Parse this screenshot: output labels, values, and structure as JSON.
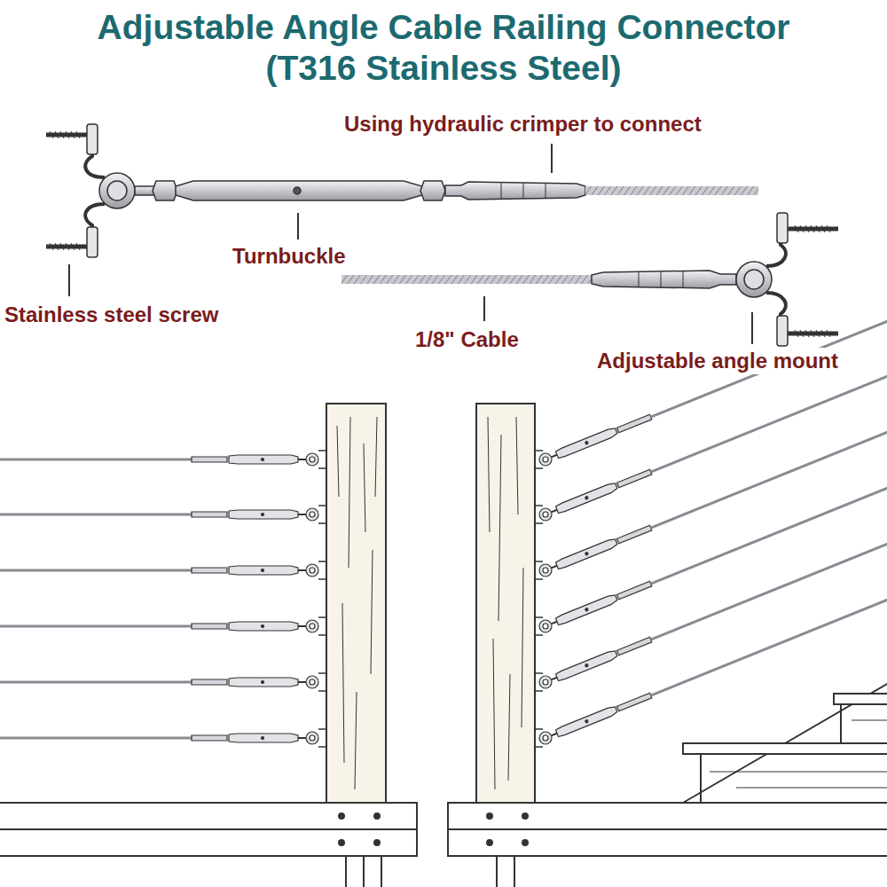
{
  "diagram": {
    "title": "Adjustable Angle Cable Railing Connector (T316 Stainless Steel)",
    "labels": [
      "Using hydraulic crimper to connect",
      "Turnbuckle",
      "Stainless steel screw",
      "1/8\" Cable",
      "Adjustable angle mount"
    ]
  }
}
